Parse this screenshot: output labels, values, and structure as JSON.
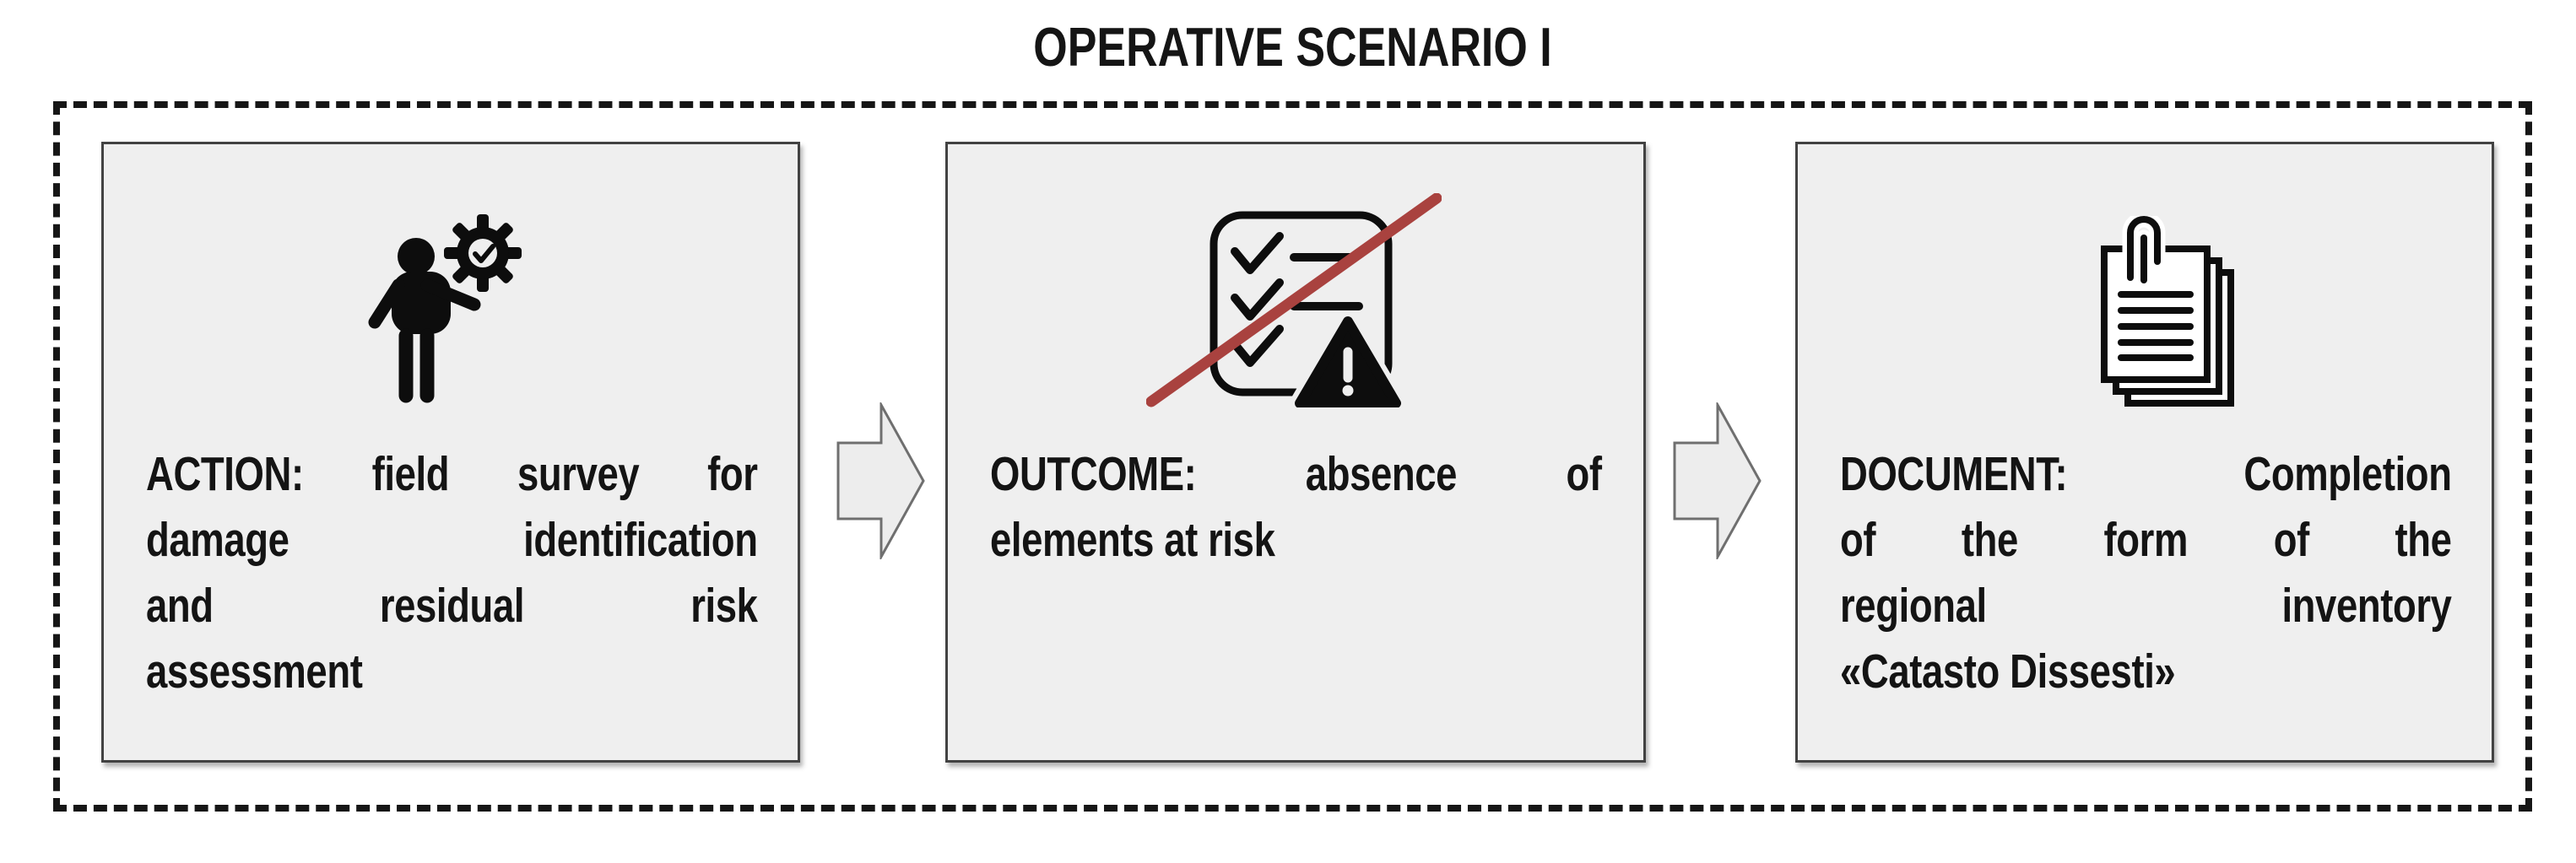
{
  "title": "OPERATIVE SCENARIO I",
  "frame": {
    "name": "operative-scenario-frame",
    "style": "dashed"
  },
  "boxes": [
    {
      "id": "action",
      "icon": "person-gear-icon",
      "lines": [
        "ACTION: field survey for",
        "damage identification",
        "and residual risk",
        "assessment"
      ]
    },
    {
      "id": "outcome",
      "icon": "checklist-crossed-warning-icon",
      "lines": [
        "OUTCOME: absence of",
        "elements at risk"
      ]
    },
    {
      "id": "document",
      "icon": "documents-paperclip-icon",
      "lines": [
        "DOCUMENT: Completion",
        "of the form of the",
        "regional inventory",
        "«Catasto Dissesti»"
      ]
    }
  ],
  "connectors": [
    {
      "name": "arrow-action-to-outcome",
      "direction": "right"
    },
    {
      "name": "arrow-outcome-to-document",
      "direction": "right"
    }
  ],
  "colors": {
    "box_fill": "#efefef",
    "box_border": "#424242",
    "dash_border": "#161616",
    "icon_black": "#0d0d0d",
    "strike_red": "#a9423f",
    "arrow_fill": "#ededed",
    "arrow_border": "#6f6f6f",
    "text": "#141414",
    "background": "#ffffff"
  }
}
